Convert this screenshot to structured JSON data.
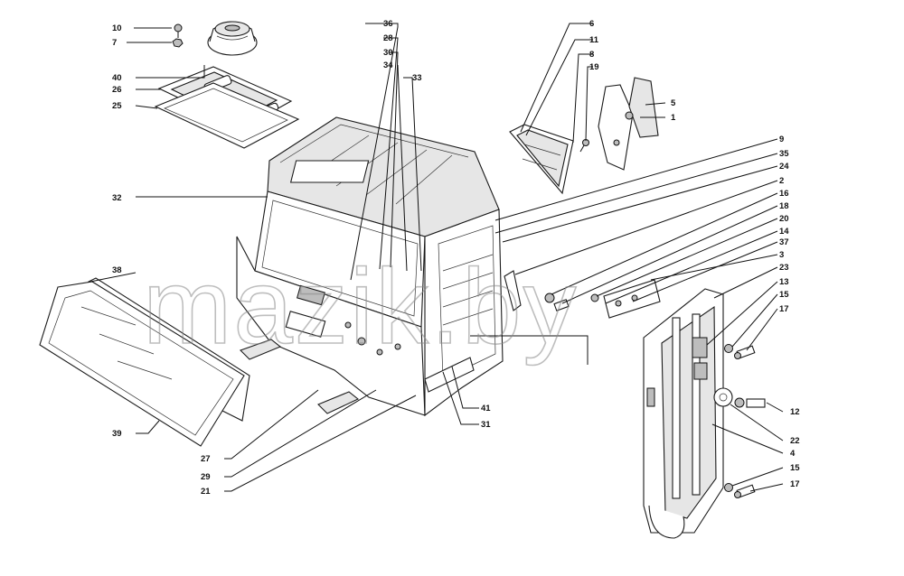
{
  "watermark": "mazik.by",
  "callouts": [
    {
      "id": "c10",
      "text": "10"
    },
    {
      "id": "c7",
      "text": "7"
    },
    {
      "id": "c40",
      "text": "40"
    },
    {
      "id": "c26",
      "text": "26"
    },
    {
      "id": "c25",
      "text": "25"
    },
    {
      "id": "c32",
      "text": "32"
    },
    {
      "id": "c38",
      "text": "38"
    },
    {
      "id": "c39",
      "text": "39"
    },
    {
      "id": "c27",
      "text": "27"
    },
    {
      "id": "c29",
      "text": "29"
    },
    {
      "id": "c21",
      "text": "21"
    },
    {
      "id": "c36",
      "text": "36"
    },
    {
      "id": "c28",
      "text": "28"
    },
    {
      "id": "c30",
      "text": "30"
    },
    {
      "id": "c34",
      "text": "34"
    },
    {
      "id": "c33",
      "text": "33"
    },
    {
      "id": "c41",
      "text": "41"
    },
    {
      "id": "c31",
      "text": "31"
    },
    {
      "id": "c6",
      "text": "6"
    },
    {
      "id": "c11",
      "text": "11"
    },
    {
      "id": "c8",
      "text": "8"
    },
    {
      "id": "c19",
      "text": "19"
    },
    {
      "id": "c5",
      "text": "5"
    },
    {
      "id": "c1",
      "text": "1"
    },
    {
      "id": "c9",
      "text": "9"
    },
    {
      "id": "c35",
      "text": "35"
    },
    {
      "id": "c24",
      "text": "24"
    },
    {
      "id": "c2",
      "text": "2"
    },
    {
      "id": "c16",
      "text": "16"
    },
    {
      "id": "c18",
      "text": "18"
    },
    {
      "id": "c20",
      "text": "20"
    },
    {
      "id": "c14",
      "text": "14"
    },
    {
      "id": "c37",
      "text": "37"
    },
    {
      "id": "c3",
      "text": "3"
    },
    {
      "id": "c23",
      "text": "23"
    },
    {
      "id": "c13",
      "text": "13"
    },
    {
      "id": "c15a",
      "text": "15"
    },
    {
      "id": "c17a",
      "text": "17"
    },
    {
      "id": "c12",
      "text": "12"
    },
    {
      "id": "c22",
      "text": "22"
    },
    {
      "id": "c4",
      "text": "4"
    },
    {
      "id": "c15b",
      "text": "15"
    },
    {
      "id": "c17b",
      "text": "17"
    }
  ]
}
